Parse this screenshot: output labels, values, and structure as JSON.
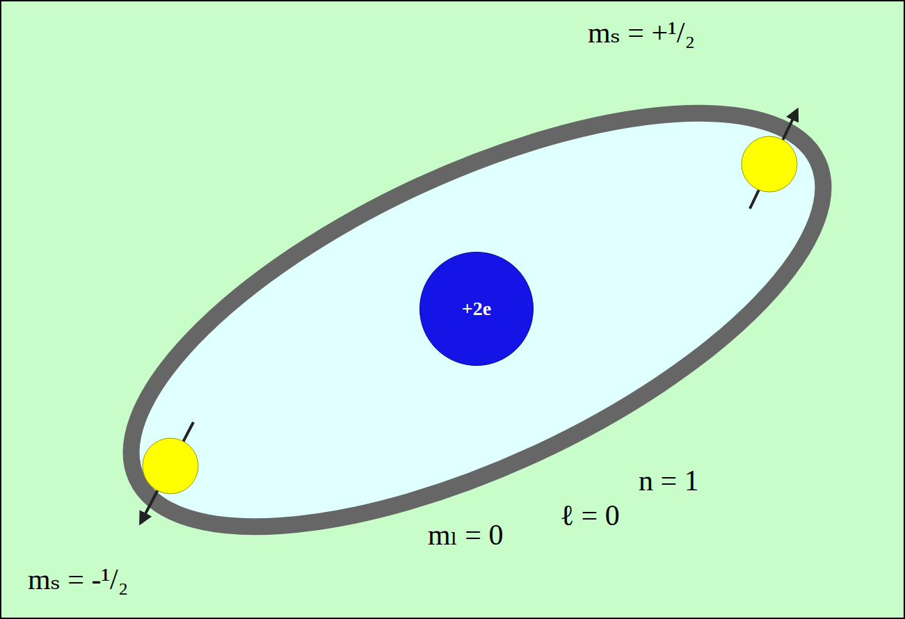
{
  "diagram": {
    "nodes": [
      {
        "text": [
          "+2e"
        ]
      }
    ],
    "labels": [
      "mₛ = +¹/₂",
      "mₛ = -¹/₂",
      "n = 1",
      "ℓ = 0",
      "mₗ = 0"
    ]
  }
}
